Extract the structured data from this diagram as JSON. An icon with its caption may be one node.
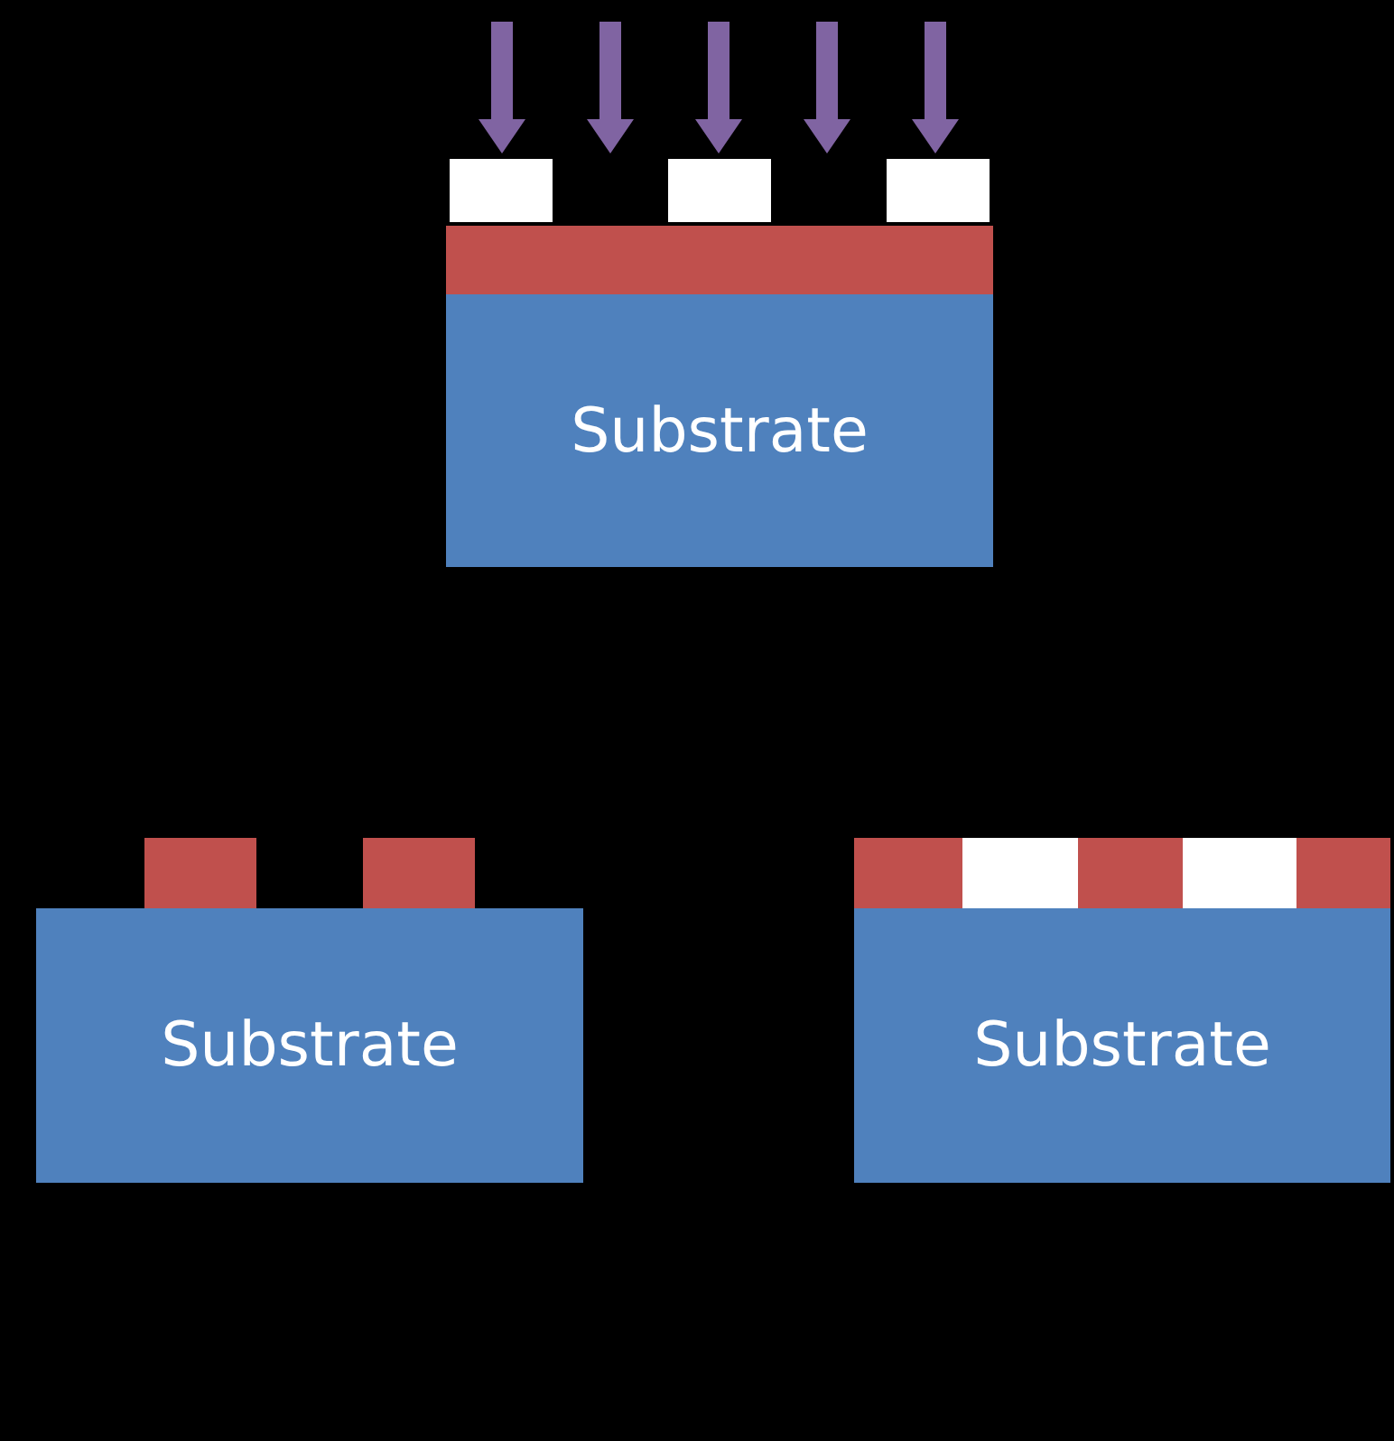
{
  "diagram": {
    "nodes": [
      {
        "text": [
          "Substrate"
        ]
      },
      {
        "text": [
          "Substrate"
        ]
      },
      {
        "text": [
          "Substrate"
        ]
      }
    ]
  }
}
